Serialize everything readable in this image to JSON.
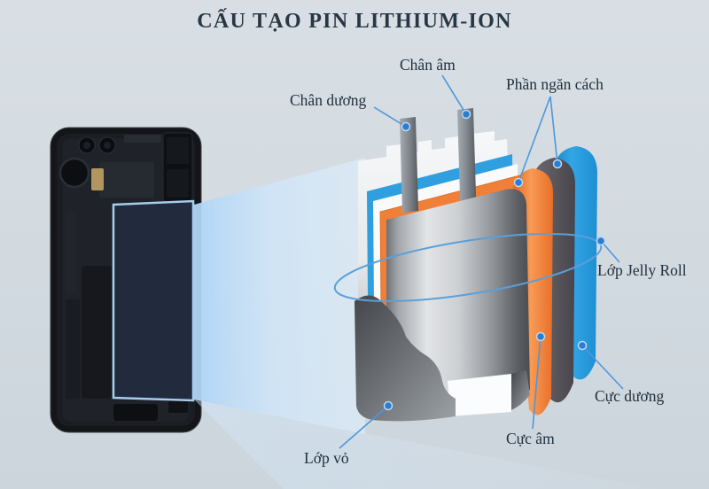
{
  "title": "CẤU TẠO PIN LITHIUM-ION",
  "labels": {
    "chan_duong": "Chân dương",
    "chan_am": "Chân âm",
    "phan_ngan_cach": "Phần ngăn cách",
    "lop_jelly_roll": "Lớp Jelly Roll",
    "cuc_duong": "Cực dương",
    "cuc_am": "Cực âm",
    "lop_vo": "Lớp vỏ"
  },
  "colors": {
    "background": "#d3dbe1",
    "text": "#20303e",
    "leader_line": "#4f97d9",
    "leader_dot": "#2b7dd0",
    "beam_blue": "#b5daf8",
    "layer_blue": "#2f9fdf",
    "layer_orange": "#f08038",
    "layer_gray": "#9ca0a5",
    "casing_dark": "#55585e",
    "phone_body": "#141519",
    "battery_highlight_border": "#a5cdec"
  }
}
